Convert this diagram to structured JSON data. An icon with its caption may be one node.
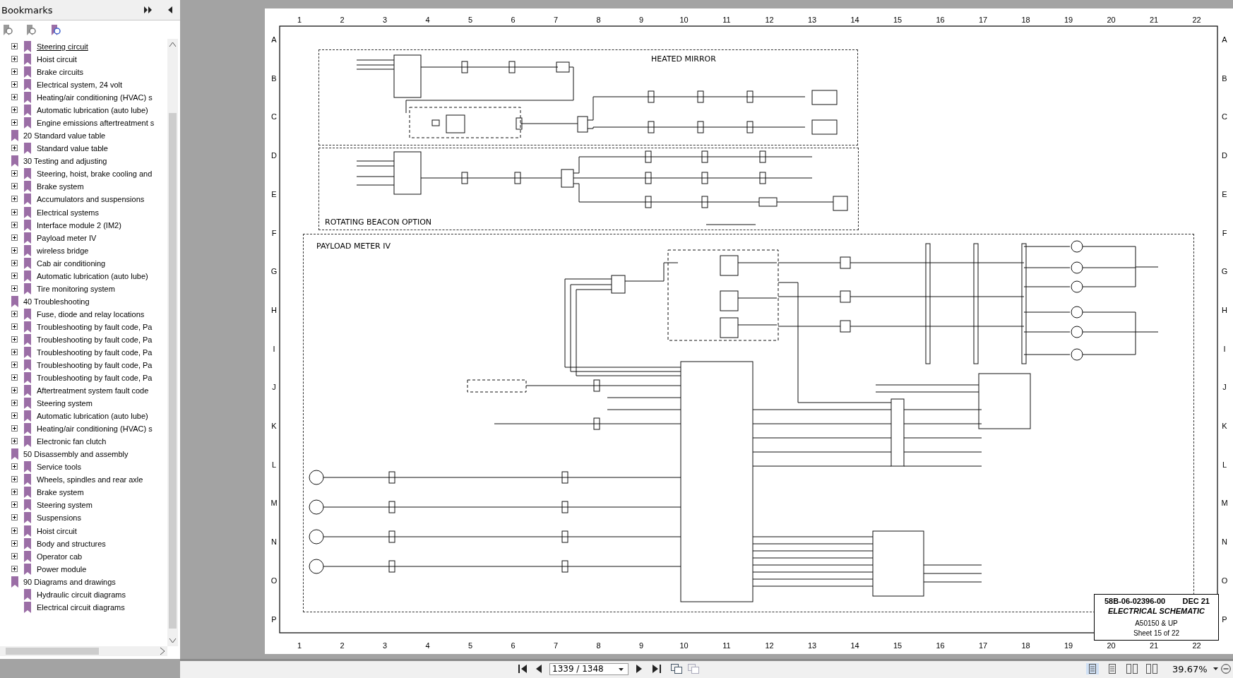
{
  "diagram": {
    "nodes": [
      {
        "text": [
          "HEATED MIRROR"
        ]
      },
      {
        "text": [
          "ROTATING BEACON OPTION"
        ]
      },
      {
        "text": [
          "PAYLOAD METER IV"
        ]
      },
      {
        "text": [
          "58B-06-02396-00",
          "DEC 21",
          "ELECTRICAL SCHEMATIC",
          "A50150 & UP",
          "Sheet 15 of 22"
        ]
      }
    ],
    "edges": [],
    "labels": [
      "Bookmarks",
      "Steering circuit",
      "Hoist circuit",
      "Brake circuits",
      "Electrical system, 24 volt",
      "Heating/air conditioning (HVAC) s",
      "Automatic lubrication (auto lube)",
      "Engine emissions aftertreatment s",
      "20 Standard value table",
      "Standard value table",
      "30 Testing and adjusting",
      "Steering, hoist, brake cooling and",
      "Brake system",
      "Accumulators and suspensions",
      "Electrical systems",
      "Interface module 2 (IM2)",
      "Payload meter IV",
      "wireless bridge",
      "Cab air conditioning",
      "Automatic lubrication (auto lube)",
      "Tire monitoring system",
      "40 Troubleshooting",
      "Fuse, diode and relay locations",
      "Troubleshooting by fault code, Pa",
      "Troubleshooting by fault code, Pa",
      "Troubleshooting by fault code, Pa",
      "Troubleshooting by fault code, Pa",
      "Troubleshooting by fault code, Pa",
      "Aftertreatment system fault code",
      "Steering system",
      "Automatic lubrication (auto lube)",
      "Heating/air conditioning (HVAC) s",
      "Electronic fan clutch",
      "50 Disassembly and assembly",
      "Service tools",
      "Wheels, spindles and rear axle",
      "Brake system",
      "Steering system",
      "Suspensions",
      "Hoist circuit",
      "Body and structures",
      "Operator cab",
      "Power module",
      "90 Diagrams and drawings",
      "Hydraulic circuit diagrams",
      "Electrical circuit diagrams",
      "1",
      "2",
      "3",
      "4",
      "5",
      "6",
      "7",
      "8",
      "9",
      "10",
      "11",
      "12",
      "13",
      "14",
      "15",
      "16",
      "17",
      "18",
      "19",
      "20",
      "21",
      "22",
      "A",
      "B",
      "C",
      "D",
      "E",
      "F",
      "G",
      "H",
      "I",
      "J",
      "K",
      "L",
      "M",
      "N",
      "O",
      "P",
      "A",
      "B",
      "C",
      "D",
      "E",
      "F",
      "G",
      "H",
      "I",
      "J",
      "K",
      "L",
      "M",
      "N",
      "O",
      "P",
      "1",
      "2",
      "3",
      "4",
      "5",
      "6",
      "7",
      "8",
      "9",
      "10",
      "11",
      "12",
      "13",
      "14",
      "15",
      "16",
      "17",
      "18",
      "19",
      "20",
      "21",
      "22",
      "1339 / 1348",
      "39.67%"
    ]
  }
}
